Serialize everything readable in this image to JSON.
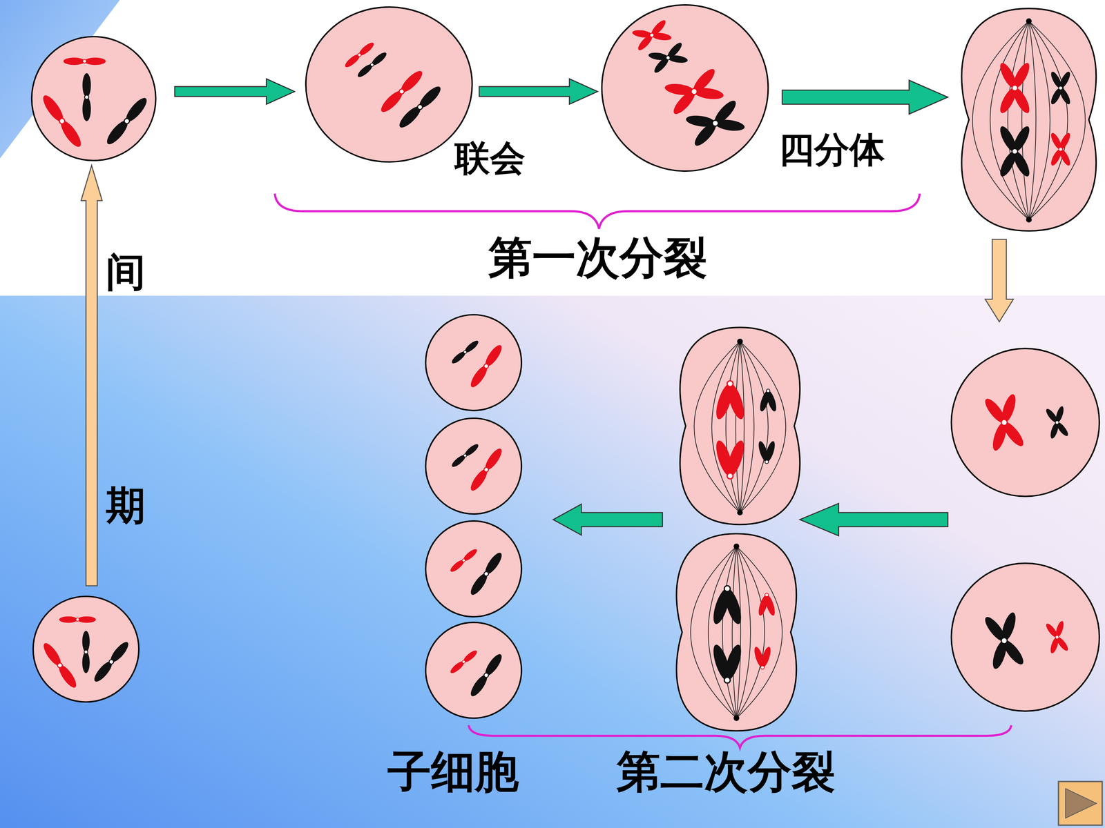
{
  "diagram": {
    "labels": [
      "间",
      "期",
      "联会",
      "四分体",
      "第一次分裂",
      "子细胞",
      "第二次分裂"
    ]
  }
}
